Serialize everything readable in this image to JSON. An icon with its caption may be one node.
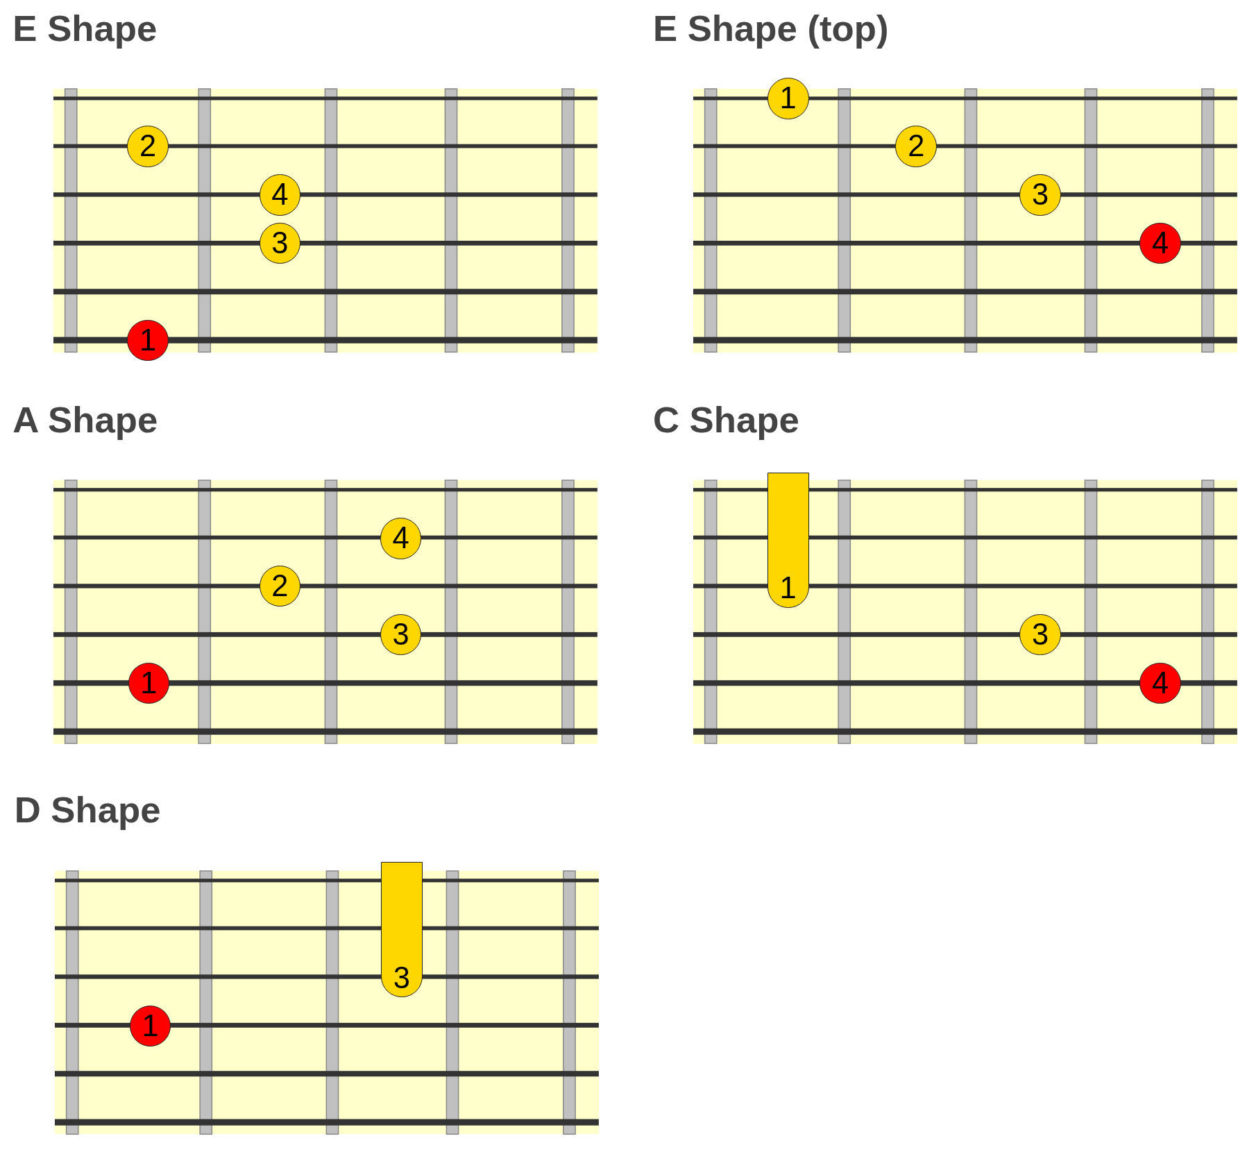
{
  "diagram": {
    "nodes": [
      {
        "text": [
          "E Shape"
        ]
      },
      {
        "text": [
          "2"
        ],
        "in": 0
      },
      {
        "text": [
          "4"
        ],
        "in": 0
      },
      {
        "text": [
          "3"
        ],
        "in": 0
      },
      {
        "text": [
          "1"
        ],
        "in": 0
      },
      {
        "text": [
          "E Shape (top)"
        ]
      },
      {
        "text": [
          "1"
        ],
        "in": 5
      },
      {
        "text": [
          "2"
        ],
        "in": 5
      },
      {
        "text": [
          "3"
        ],
        "in": 5
      },
      {
        "text": [
          "4"
        ],
        "in": 5
      },
      {
        "text": [
          "A Shape"
        ]
      },
      {
        "text": [
          "4"
        ],
        "in": 10
      },
      {
        "text": [
          "2"
        ],
        "in": 10
      },
      {
        "text": [
          "3"
        ],
        "in": 10
      },
      {
        "text": [
          "1"
        ],
        "in": 10
      },
      {
        "text": [
          "C Shape"
        ]
      },
      {
        "text": [
          "1"
        ],
        "in": 15
      },
      {
        "text": [
          "3"
        ],
        "in": 15
      },
      {
        "text": [
          "4"
        ],
        "in": 15
      },
      {
        "text": [
          "D Shape"
        ]
      },
      {
        "text": [
          "3"
        ],
        "in": 19
      },
      {
        "text": [
          "1"
        ],
        "in": 19
      }
    ]
  }
}
